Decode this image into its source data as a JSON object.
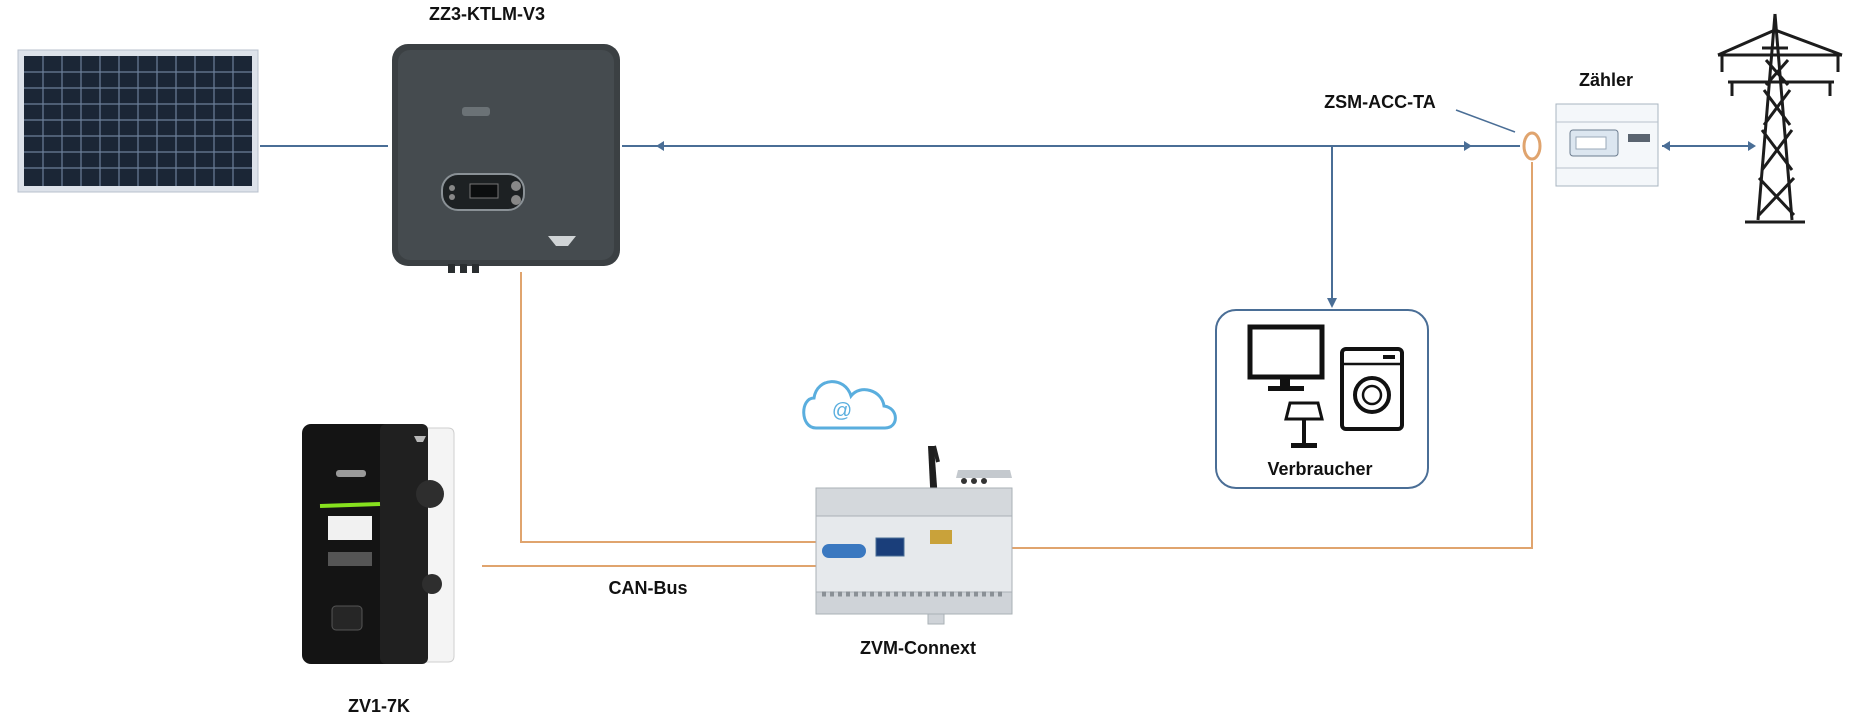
{
  "labels": {
    "inverter": "ZZ3-KTLM-V3",
    "current_sensor": "ZSM-ACC-TA",
    "meter": "Zähler",
    "consumers": "Verbraucher",
    "canbus": "CAN-Bus",
    "controller": "ZVM-Connext",
    "wallbox": "ZV1-7K"
  },
  "cloud_symbol": "@",
  "colors": {
    "ac_line": "#4a6e96",
    "comm_line": "#e0a46e",
    "device_dark": "#3b4043",
    "cloud": "#5aaede"
  },
  "icons": [
    "solar-panel-icon",
    "inverter-icon",
    "meter-icon",
    "pylon-icon",
    "monitor-icon",
    "washing-machine-icon",
    "lamp-icon",
    "cloud-icon",
    "controller-icon",
    "wallbox-icon"
  ]
}
